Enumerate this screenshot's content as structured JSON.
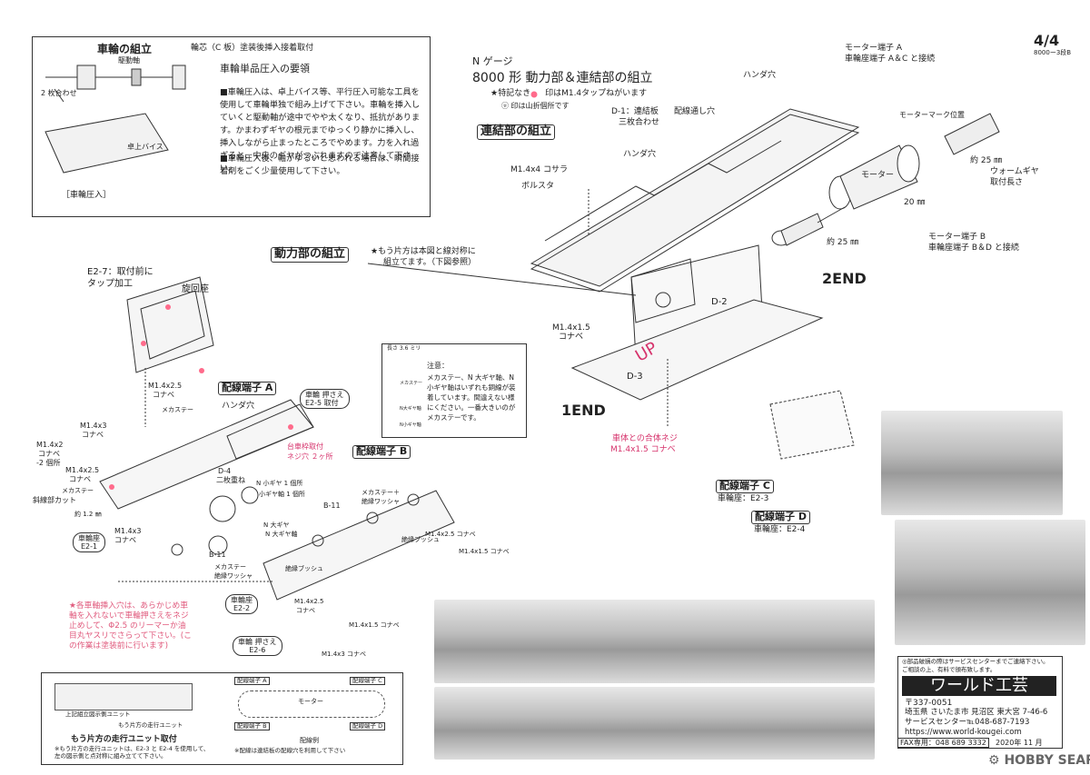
{
  "page": {
    "number": "4/4",
    "sub": "8000ー3段B"
  },
  "wheel_box": {
    "title": "車輪の組立",
    "axle_note": "輪芯（C 板）塗装後挿入接着取付",
    "axle_label": "駆動軸",
    "two_sheets": "2 枚合わせ",
    "vise_label": "卓上バイス",
    "press_label": "［車輪圧入］",
    "press_title": "車輪単品圧入の要領",
    "para1": "■車輪圧入は、卓上バイス等、平行圧入可能な工具を使用して車輪単独で組み上げて下さい。車輪を挿入していくと駆動軸が途中でやや太くなり、抵抗があります。かまわずギヤの根元までゆっくり静かに挿入し、挿入しながら止まったところでやめます。力を入れ過ぎると、中央のギヤがつぶれますので注意して下さい。",
    "para2": "■車輪圧入後、軸がゆるいと思われる場合は、瞬間接着剤をごく少量使用して下さい。"
  },
  "header": {
    "gauge": "N ゲージ",
    "title": "8000 形 動力部＆連結部の組立",
    "note1": "★特記なき",
    "note1b": "印はM1.4タップねがいます",
    "note2": "印は山折個所です"
  },
  "coupling": {
    "title": "連結部の組立",
    "d1": "D-1：連結板",
    "d1b": "三枚合わせ",
    "wire_hole": "配線通し穴",
    "solder_hole": "ハンダ穴",
    "solder_hole2": "ハンダ穴",
    "washer": "M1.4x4 コサラ",
    "bolster": "ボルスタ",
    "d2": "D-2",
    "d3": "D-3",
    "screw": "M1.4x1.5",
    "screw2": "コナベ",
    "body_note": "車体との合体ネジ",
    "body_note2": "M1.4x1.5 コナベ",
    "end1": "1END",
    "end2": "2END",
    "up": "UP"
  },
  "motor": {
    "term_a": "モーター端子 A",
    "term_a2": "車輪座端子 A＆C と接続",
    "mark": "モーターマーク位置",
    "approx25a": "約 25 ㎜",
    "motor": "モーター",
    "worm": "ウォームギヤ",
    "worm2": "取付長さ",
    "mm20": "20 ㎜",
    "approx25b": "約 25 ㎜",
    "term_b": "モーター端子 B",
    "term_b2": "車輪座端子 B＆D と接続"
  },
  "power": {
    "title": "動力部の組立",
    "sym_note": "★もう片方は本図と線対称に",
    "sym_note2": "組立てます。（下図参照）",
    "e27": "E2-7：取付前に",
    "e27b": "タップ加工",
    "swivel": "旋回座",
    "m14x25": "M1.4x2.5",
    "konabe": "コナベ",
    "mecha_stay": "メカステー",
    "term_a": "配線端子 A",
    "solder": "ハンダ穴",
    "wheel_press": "車輪 押さえ",
    "wheel_press2": "E2-5 取付",
    "frame_note": "台車枠取付",
    "frame_note2": "ネジ穴 ２ヶ所",
    "term_b": "配線端子 B",
    "m14x3": "M1.4x3",
    "m14x3b": "コナベ",
    "m14x2": "M1.4x2",
    "m14x2b": "コナベ",
    "two_places": "-2 個所",
    "m14x25c": "M1.4x2.5",
    "konabe2": "コナベ",
    "mecha2": "メカステー",
    "bevel": "斜線部カット",
    "d4": "D-4",
    "d4b": "二枚重ね",
    "n_small": "N 小ギヤ 1 個所",
    "n_small2": "小ギヤ軸 1 個所",
    "n_big": "N 大ギヤ",
    "n_big2": "N 大ギヤ軸",
    "b11a": "B-11",
    "b11b": "B-11",
    "mecha_insul": "メカステー＋",
    "mecha_insul2": "絶縁ワッシャ",
    "mecha_insul3": "メカステー",
    "mecha_insul4": "絶縁ワッシャ",
    "insul_bush": "絶縁ブッシュ",
    "insul_bush2": "絶縁ブッシュ",
    "m14x25d": "M1.4x2.5 コナベ",
    "m14x15": "M1.4x1.5 コナベ",
    "m14x25e": "M1.4x2.5",
    "konabe3": "コナベ",
    "m14x15b": "M1.4x1.5 コナベ",
    "m14x3c": "M1.4x3 コナベ",
    "m14x3d": "M1.4x3",
    "konabe4": "コナベ",
    "mm12": "約 1.2 ㎜",
    "wheel_seat1": "車輪座",
    "wheel_seat1b": "E2-1",
    "wheel_seat2": "車輪座",
    "wheel_seat2b": "E2-2",
    "wheel_press3": "車輪 押さえ",
    "wheel_press3b": "E2-6",
    "red_note": "★各車軸挿入穴は、あらかじめ車軸を入れないで車輪押さえをネジ止めして、Φ2.5 のリーマーか油目丸ヤスリでさらって下さい。(この作業は塗装前に行います)"
  },
  "insert_note": {
    "title": "長さ 3.6 ミリ",
    "caution": "注意：",
    "text": "メカステー、N 大ギヤ軸、N 小ギヤ軸はいずれも銅線が装着しています。間違えない様にください。一番大きいのがメカステーです。",
    "lbl1": "メカステー",
    "lbl2": "N大ギヤ軸",
    "lbl3": "N小ギヤ軸"
  },
  "terminals": {
    "c": "配線端子 C",
    "c2": "車輪座：E2-3",
    "d": "配線端子 D",
    "d2": "車輪座：E2-4"
  },
  "bottom_box": {
    "lbl1": "上記組立図示側ユニット",
    "lbl2": "もう片方の走行ユニット",
    "title": "もう片方の走行ユニット取付",
    "note": "※もう片方の走行ユニットは、E2-3 と E2-4 を使用して、左の図示側と点対称に組み立てて下さい。",
    "ta": "配線端子 A",
    "tb": "配線端子 B",
    "tc": "配線端子 C",
    "td": "配線端子 D",
    "motor": "モーター",
    "example": "配線例",
    "ex_note": "※配線は連結板の配線穴を利用して下さい"
  },
  "company": {
    "parts_note": "◎部品破損の際はサービスセンターまでご連絡下さい。",
    "parts_note2": "ご相談の上、有料で頒布致します。",
    "name": "ワールド工芸",
    "zip": "〒337-0051",
    "addr": "埼玉県 さいたま市 見沼区 東大宮 7-46-6",
    "service": "サービスセンター℡048-687-7193",
    "url": "https://www.world-kougei.com",
    "fax": "FAX専用：048 689 3332",
    "date": "2020年 11 月"
  },
  "watermark": {
    "brand": "HOBBY SEARCH"
  }
}
